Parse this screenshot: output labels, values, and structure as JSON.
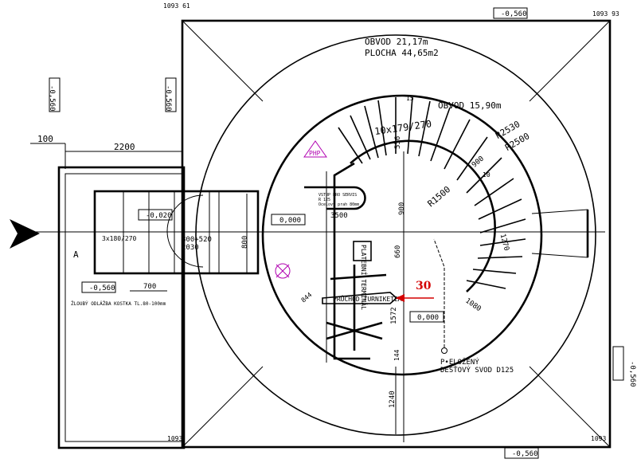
{
  "annotations": {
    "circumference_outer": "OBVOD 21,17m",
    "area": "PLOCHA 44,65m2",
    "circumference_inner": "OBVOD 15,90m",
    "radius_2530": "R2530",
    "radius_2500": "R2500",
    "radius_1500": "R1500",
    "stairs_spiral": "10x179/270",
    "stairs_entrance": "3x180/270",
    "dim_100": "100",
    "dim_2200": "2200",
    "dim_900_a": "900",
    "dim_900_b": "900",
    "dim_800": "800",
    "dim_800_520": "800+520",
    "dim_2030": "2030",
    "dim_700": "700",
    "dim_844": "844",
    "dim_1080": "1080",
    "dim_1240": "1240",
    "dim_1572": "1572",
    "dim_660": "660",
    "dim_556": "556",
    "dim_144": "144",
    "dim_15": "15",
    "dim_10": "10",
    "dim_3500": "3500",
    "dim_1270": "1270",
    "level_entry": "-0,020",
    "level_floor_a": "0,000",
    "level_floor_b": "0,000",
    "level_left_box": "-0,560",
    "level_top": "-0,560",
    "level_bottom": "-0,560",
    "level_right": "-0,560",
    "level_left_1": "-0,560",
    "level_left_2": "-0,560",
    "coord_top_left": "1093 61",
    "coord_top_right": "1093 93",
    "coord_bottom_left": "1093",
    "coord_bottom_right": "1093",
    "php_label": "PHP",
    "turnstile": "PRŮCHOD TURNIKETEM",
    "rainwater": "P•ELOŽENÝ",
    "downpipe": "DEŠŤOVÝ SVOD D125",
    "gutter": "ŽLOUBÝ ODLÁŽBA KOSTKA TL.80-100mm",
    "platform": "PLATEBNÍ TERMINÁL",
    "service_note": "VSTUP PRO SERVIS",
    "service_sub": "R 125",
    "service_sub2": "Ocelový prah 80mm",
    "step_number": "30",
    "entrance_letter": "A"
  }
}
